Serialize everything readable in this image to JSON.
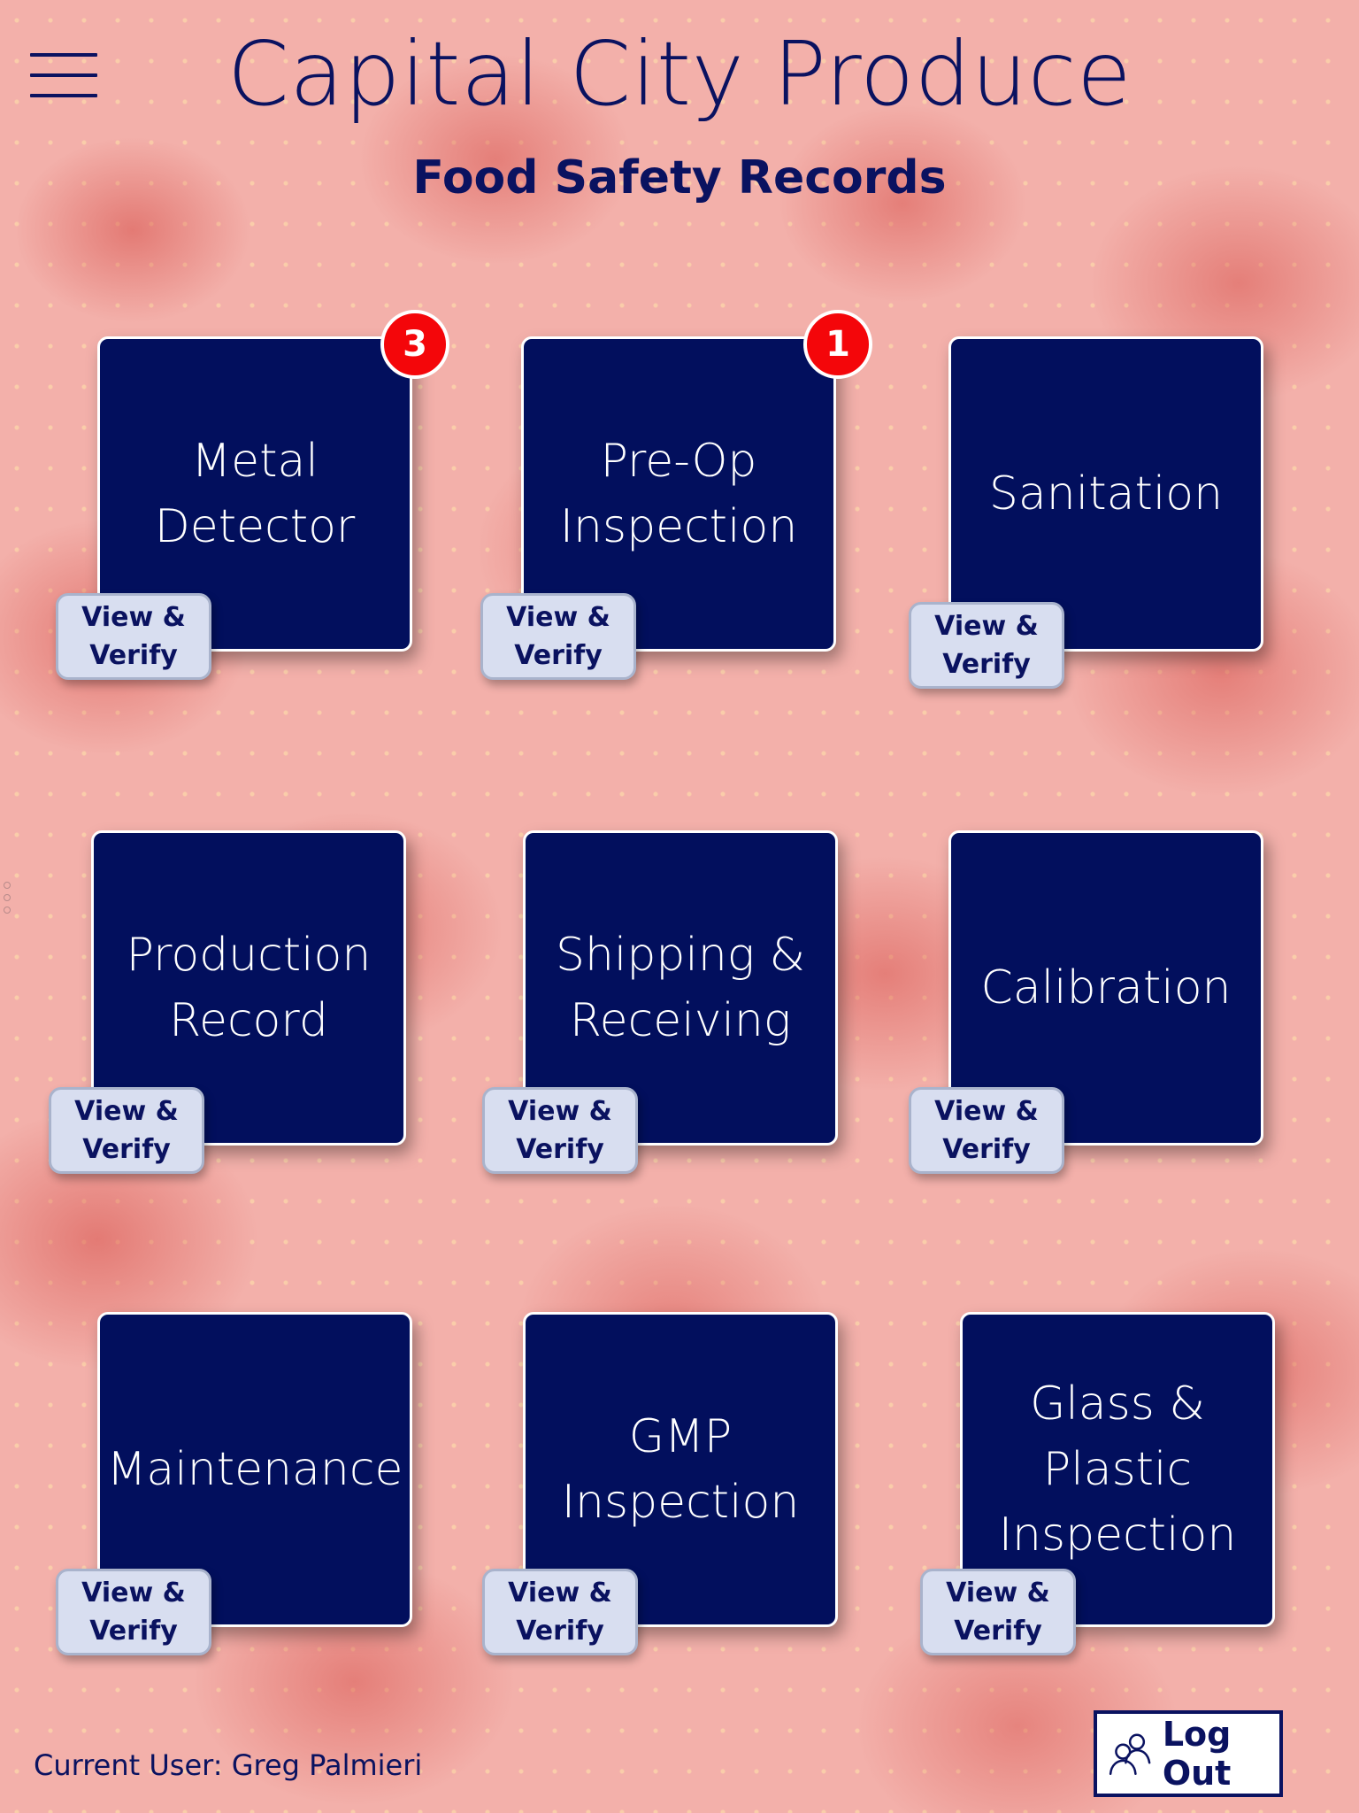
{
  "header": {
    "menu_icon": "hamburger-menu-icon",
    "title": "Capital City Produce",
    "subtitle": "Food Safety Records"
  },
  "tiles": [
    {
      "label": "Metal\nDetector",
      "action": "View &\nVerify",
      "badge": "3"
    },
    {
      "label": "Pre-Op\nInspection",
      "action": "View &\nVerify",
      "badge": "1"
    },
    {
      "label": "Sanitation",
      "action": "View &\nVerify"
    },
    {
      "label": "Production\nRecord",
      "action": "View &\nVerify"
    },
    {
      "label": "Shipping &\nReceiving",
      "action": "View &\nVerify"
    },
    {
      "label": "Calibration",
      "action": "View &\nVerify"
    },
    {
      "label": "Maintenance",
      "action": "View &\nVerify"
    },
    {
      "label": "GMP\nInspection",
      "action": "View &\nVerify"
    },
    {
      "label": "Glass &\nPlastic\nInspection",
      "action": "View &\nVerify"
    }
  ],
  "footer": {
    "current_user": "Current User: Greg Palmieri",
    "logout_label": "Log Out",
    "logout_icon": "users-icon"
  },
  "colors": {
    "tile": "#020f5d",
    "brand_text": "#0a1260",
    "badge": "#f4060a",
    "verify_button": "#d8def0"
  }
}
